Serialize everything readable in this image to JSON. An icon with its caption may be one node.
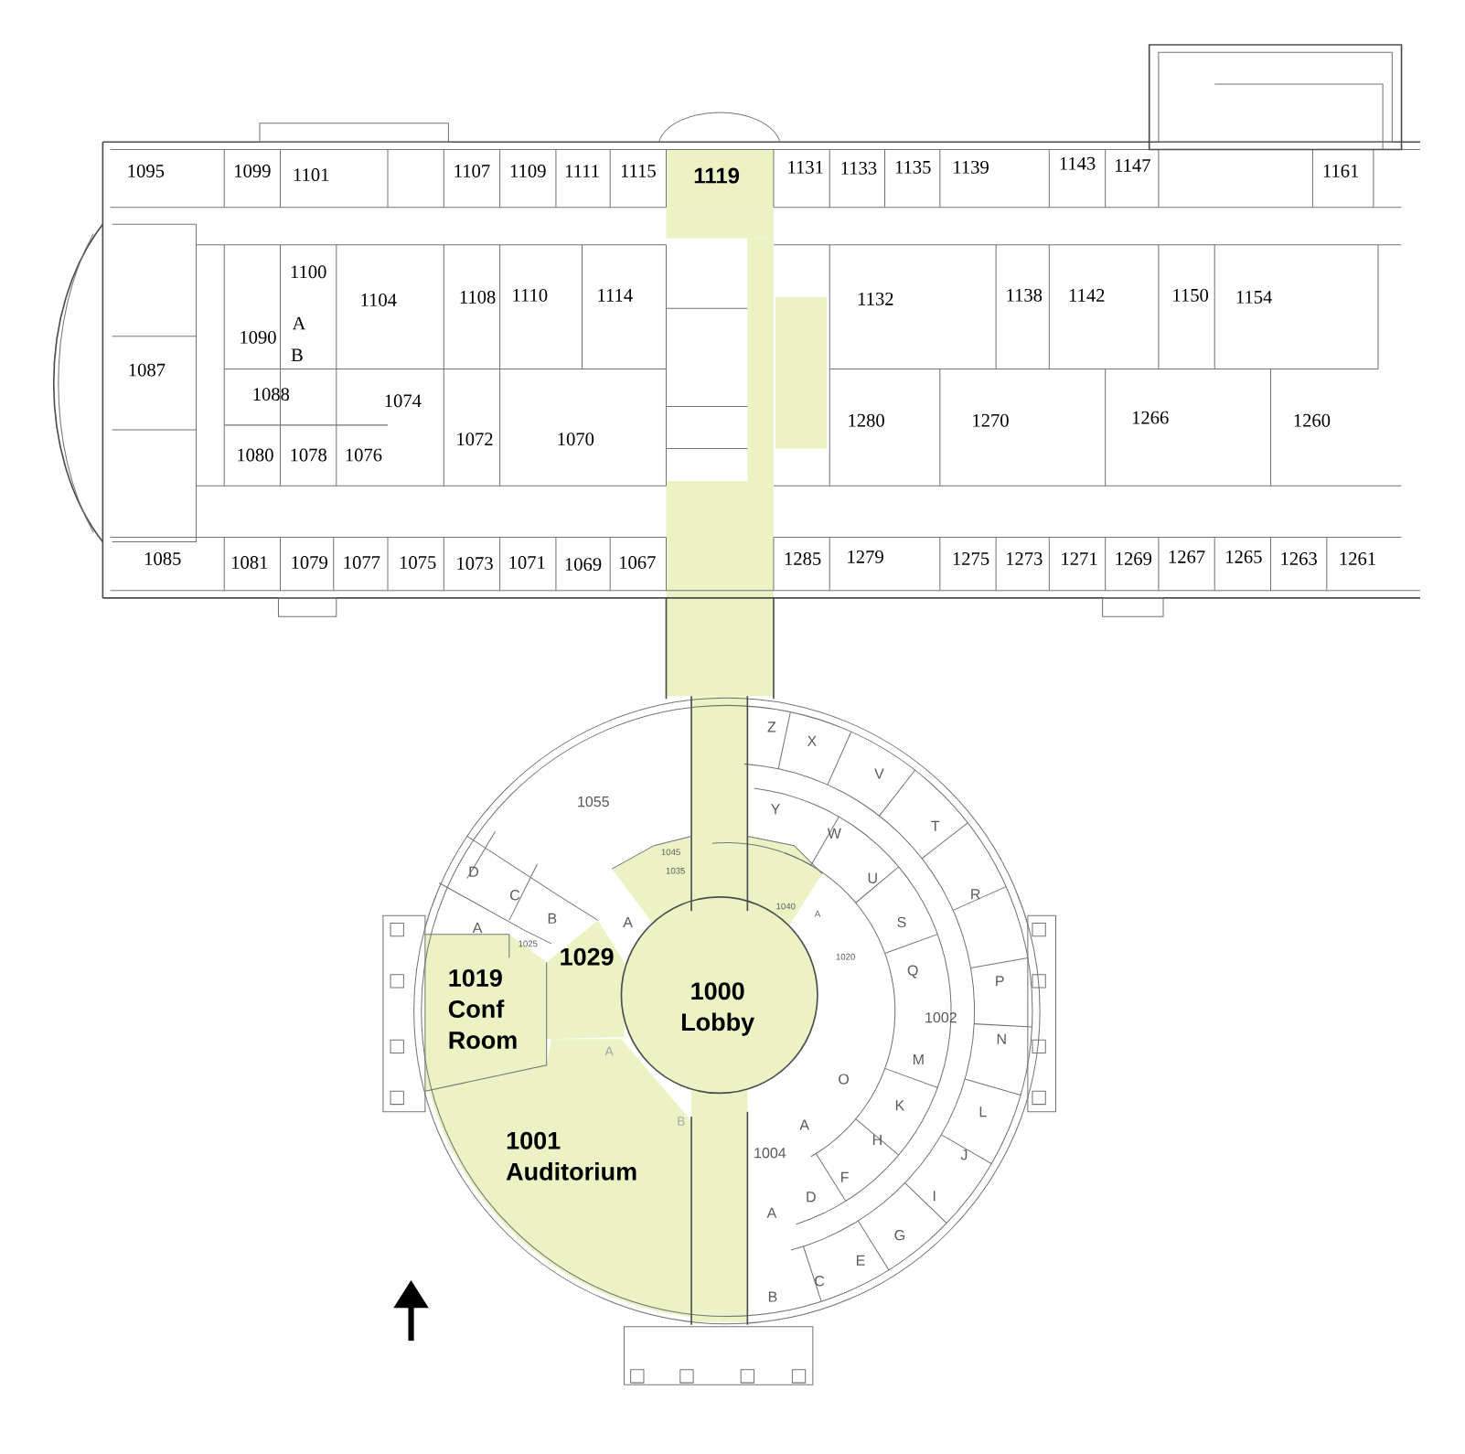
{
  "diagram": {
    "labels": [
      "1095",
      "1099",
      "1101",
      "1107",
      "1109",
      "1111",
      "1115",
      "1119",
      "1131",
      "1133",
      "1135",
      "1139",
      "1143",
      "1147",
      "1161",
      "1100",
      "1104",
      "1108",
      "1110",
      "1114",
      "1132",
      "1138",
      "1142",
      "1150",
      "1154",
      "A",
      "1090",
      "B",
      "1087",
      "1088",
      "1074",
      "1072",
      "1070",
      "1280",
      "1270",
      "1266",
      "1260",
      "1080",
      "1078",
      "1076",
      "1085",
      "1081",
      "1079",
      "1077",
      "1075",
      "1073",
      "1071",
      "1069",
      "1067",
      "1285",
      "1279",
      "1275",
      "1273",
      "1271",
      "1269",
      "1267",
      "1265",
      "1263",
      "1261",
      "Z",
      "X",
      "V",
      "1055",
      "Y",
      "T",
      "W",
      "1045",
      "D",
      "1035",
      "U",
      "C",
      "R",
      "1040",
      "A",
      "A",
      "B",
      "A",
      "S",
      "1025",
      "1029",
      "1020",
      "P",
      "Q",
      "1019 Conf Room",
      "1000 Lobby",
      "1002",
      "N",
      "A",
      "M",
      "O",
      "K",
      "L",
      "B",
      "A",
      "H",
      "1001 Auditorium",
      "1004",
      "J",
      "F",
      "D",
      "I",
      "A",
      "G",
      "E",
      "C",
      "B"
    ]
  }
}
